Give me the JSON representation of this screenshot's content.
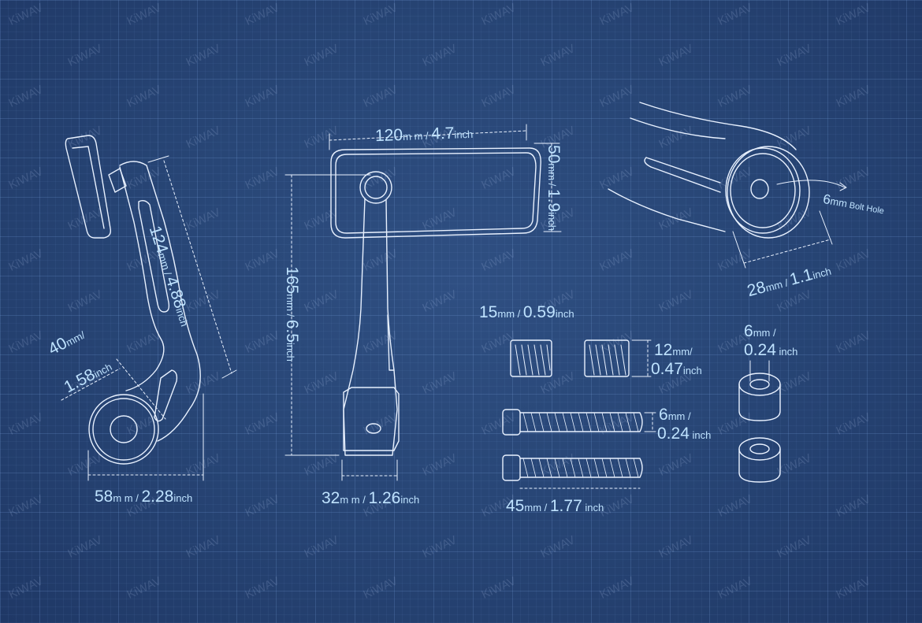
{
  "watermark": "KiWAV",
  "colors": {
    "background": "#284676",
    "line": "#e8f1ff",
    "label": "#bfe3ff"
  },
  "labels": {
    "side_height": {
      "num": "124",
      "u1": "mm",
      "sep": " / ",
      "num2": "4.88",
      "u2": "inch"
    },
    "side_radius": {
      "num": "40",
      "u1": "mm",
      "sep": "/",
      "num2": "1.58",
      "u2": "inch"
    },
    "side_width": {
      "num": "58",
      "u1": "m m",
      "sep": " / ",
      "num2": "2.28",
      "u2": "inch"
    },
    "front_width": {
      "num": "120",
      "u1": "m m",
      "sep": " / ",
      "num2": "4.7",
      "u2": "inch"
    },
    "front_mirror_h": {
      "num": "50",
      "u1": "mm",
      "sep": " / ",
      "num2": "1.9",
      "u2": "inch"
    },
    "front_height": {
      "num": "165",
      "u1": "mm",
      "sep": " / ",
      "num2": "6.5",
      "u2": "inch"
    },
    "front_base": {
      "num": "32",
      "u1": "m m",
      "sep": " / ",
      "num2": "1.26",
      "u2": "inch"
    },
    "bolt_hole": {
      "num": "6",
      "u1": "mm",
      "text": " Bolt Hole"
    },
    "clamp_width": {
      "num": "28",
      "u1": "mm",
      "sep": " / ",
      "num2": "1.1",
      "u2": "inch"
    },
    "insert_length": {
      "num": "15",
      "u1": "mm",
      "sep": " / ",
      "num2": "0.59",
      "u2": "inch"
    },
    "insert_dia": {
      "num": "12",
      "u1": "mm",
      "sep": "/",
      "num2": "0.47",
      "u2": "inch"
    },
    "spacer_dia": {
      "num": "6",
      "u1": "mm",
      "sep": " /",
      "num2": "0.24",
      "u2": " inch"
    },
    "bolt_dia": {
      "num": "6",
      "u1": "mm",
      "sep": " /",
      "num2": "0.24",
      "u2": " inch"
    },
    "bolt_length": {
      "num": "45",
      "u1": "mm",
      "sep": " / ",
      "num2": "1.77",
      "u2": " inch"
    }
  }
}
